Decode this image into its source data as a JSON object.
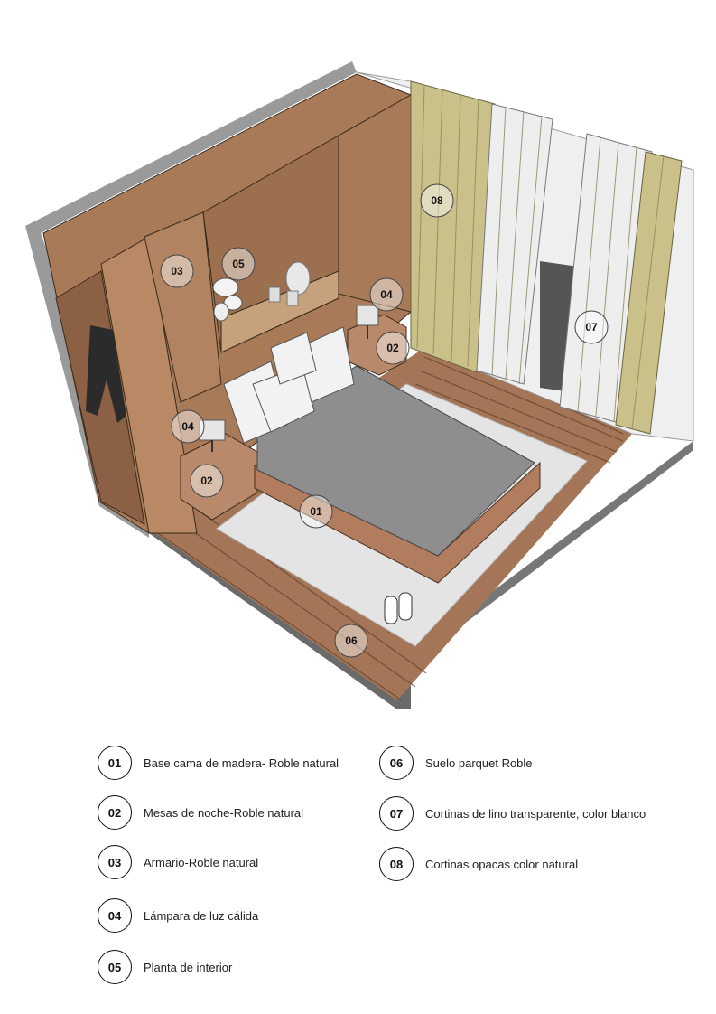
{
  "markers": [
    {
      "code": "01",
      "label": "Base cama de madera- Roble natural"
    },
    {
      "code": "02",
      "label": "Mesas de noche-Roble natural"
    },
    {
      "code": "03",
      "label": "Armario-Roble natural"
    },
    {
      "code": "04",
      "label": "Lámpara de luz cálida"
    },
    {
      "code": "05",
      "label": "Planta de interior"
    },
    {
      "code": "06",
      "label": "Suelo parquet Roble"
    },
    {
      "code": "07",
      "label": "Cortinas de lino transparente, color blanco"
    },
    {
      "code": "08",
      "label": "Cortinas opacas color natural"
    }
  ],
  "colors": {
    "wood": "#a87a5a",
    "wood_light": "#c19a78",
    "wall_edge": "#8a8a8a",
    "curtain_opaque": "#c9c08a",
    "curtain_sheer": "#eeeeee",
    "bedding": "#8e8e8e",
    "rug": "#e4e4e4"
  }
}
